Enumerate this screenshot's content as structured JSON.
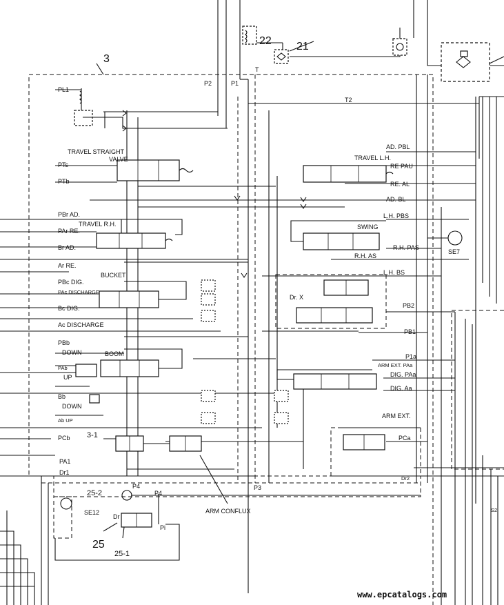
{
  "labels": {
    "n3": "3",
    "n22": "22",
    "n21": "21",
    "pl1": "PL1",
    "p2": "P2",
    "p1": "P1",
    "t": "T",
    "t2": "T2",
    "travel_straight": "TRAVEL STRAIGHT",
    "valve": "VALVE",
    "pts": "PTs",
    "ptb": "PTb",
    "ad_pbl": "AD. PBL",
    "travel_lh": "TRAVEL L.H.",
    "re_pau": "RE PAU",
    "re_al": "RE. AL",
    "ad_bl": "AD. BL",
    "pbr_ad": "PBr AD.",
    "travel_rh": "TRAVEL R.H.",
    "par_re": "PAr RE.",
    "br_ad": "Br AD.",
    "lh_pbs": "L.H. PBS",
    "swing": "SWING",
    "rh_pas": "R.H. PAS",
    "rh_as": "R.H. AS",
    "se7": "SE7",
    "ar_re": "Ar RE.",
    "bucket": "BUCKET",
    "lh_bs": "L.H. BS",
    "pbc_dig": "PBc DIG.",
    "pac_discharge": "PAc DISCHARGE",
    "dr_x": "Dr. X",
    "bc_dig": "Bc DIG.",
    "pb2": "PB2",
    "ac_discharge": "Ac DISCHARGE",
    "pb1": "PB1",
    "pbb": "PBb",
    "down_boom": "DOWN",
    "boom": "BOOM",
    "p1a": "P1a",
    "arm_ext_pa": "ARM EXT. PAa",
    "pab": "PAb",
    "up": "UP",
    "dig_pa": "DIG. PAa",
    "dig_aa": "DIG. Aa",
    "bb": "Bb",
    "down": "DOWN",
    "arm_ext": "ARM EXT.",
    "ab_up": "Ab UP",
    "pcb": "PCb",
    "n3_1": "3-1",
    "pca": "PCa",
    "pa1": "PA1",
    "dr1": "Dr1",
    "dr2": "Dr2",
    "p4a": "P4",
    "p3": "P3",
    "n25_2": "25-2",
    "p4b": "P4",
    "arm_conflux": "ARM CONFLUX",
    "se12": "SE12",
    "dr": "Dr",
    "pi": "Pi",
    "n25": "25",
    "n25_1": "25-1",
    "s2": "S2"
  },
  "watermark": "www.epcatalogs.com"
}
